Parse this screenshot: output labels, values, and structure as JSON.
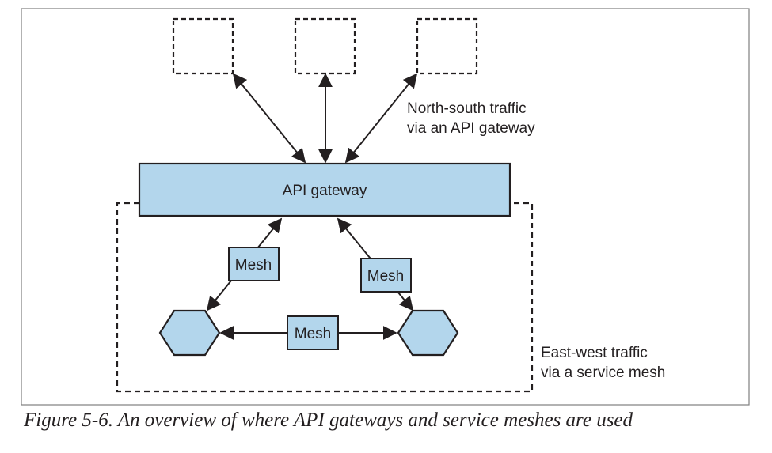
{
  "figure": {
    "caption": "Figure 5-6. An overview of where API gateways and service meshes are used"
  },
  "diagram": {
    "gateway_label": "API gateway",
    "mesh_label": "Mesh",
    "north_south_label": [
      "North-south traffic",
      "via an API gateway"
    ],
    "east_west_label": [
      "East-west traffic",
      "via a service mesh"
    ],
    "external_client_count": 3,
    "service_count": 2
  },
  "colors": {
    "fill": "#b3d6ec",
    "stroke": "#231f20",
    "frame": "#7f7f7f",
    "background": "#ffffff"
  }
}
